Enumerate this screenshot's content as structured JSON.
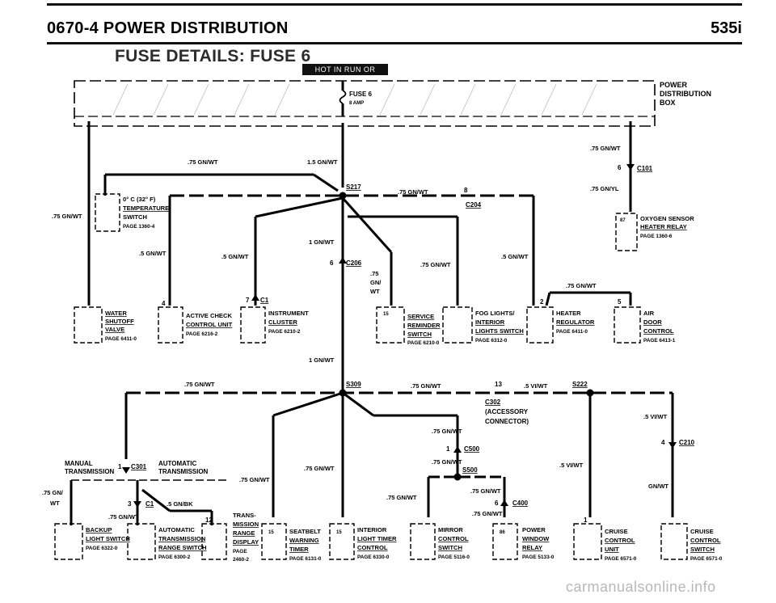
{
  "header": {
    "title": "0670-4   POWER DISTRIBUTION",
    "model": "535i",
    "subtitle": "FUSE DETAILS: FUSE 6",
    "badge": "HOT IN RUN OR START"
  },
  "power_box": {
    "label_lines": [
      "POWER",
      "DISTRIBUTION",
      "BOX"
    ],
    "fuse": "FUSE 6",
    "fuse_rating": "8 AMP"
  },
  "wires": {
    "w1": ".75 GN/WT",
    "w2": "1.5 GN/WT",
    "w3": ".75 GN/WT",
    "w4": ".75 GN/YL",
    "w5": ".75 GN/WT",
    "w6": ".5 GN/WT",
    "w7": ".5 GN/WT",
    "w8": "1 GN/WT",
    "w9": ".75 GN/WT",
    "w10a": ".75",
    "w10b": "GN/",
    "w10c": "WT",
    "w11": ".5 GN/WT",
    "w12": ".75 GN/WT",
    "w13": "1 GN/WT",
    "w14": ".75 GN/WT",
    "w15": ".75 GN/WT",
    "w16": ".5 VI/WT",
    "w17": ".5 VI/WT",
    "w18": ".75 GN/WT",
    "w19": ".75 GN/WT",
    "w20": ".75 GN/WT",
    "w21": ".5 VI/WT",
    "w22": ".75 GN/WT",
    "w23": ".75 GN/WT",
    "w24": ".75 GN/WT",
    "w25": "GN/WT",
    "w26a": ".75 GN/",
    "w26b": "WT",
    "w27": ".5 GN/BK",
    "w28": ".75 GN/WT"
  },
  "connectors": {
    "c101": "C101",
    "c101_pin": "6",
    "s217": "S217",
    "c204": "C204",
    "c204_pin": "8",
    "c206": "C206",
    "c206_pin": "6",
    "c1a": "C1",
    "c1a_pin": "7",
    "pin4": "4",
    "pin2": "2",
    "pin5": "5",
    "s309": "S309",
    "pin13": "13",
    "s222": "S222",
    "c302": "C302",
    "c302_note1": "(ACCESSORY",
    "c302_note2": "CONNECTOR)",
    "c500": "C500",
    "c500_pin": "1",
    "s500": "S500",
    "c400": "C400",
    "c400_pin": "6",
    "c210": "C210",
    "c210_pin": "4",
    "c301": "C301",
    "c301_pin": "1",
    "c1b": "C1",
    "c1b_pin": "3",
    "pin12": "12",
    "pin1r": "1",
    "manual1": "MANUAL",
    "manual2": "TRANSMISSION",
    "auto1": "AUTOMATIC",
    "auto2": "TRANSMISSION"
  },
  "components_top": [
    {
      "lines": [
        "WATER",
        "SHUTOFF",
        "VALVE"
      ],
      "page": "PAGE 6411-0"
    },
    {
      "lines": [
        "ACTIVE CHECK",
        "CONTROL UNIT"
      ],
      "page": "PAGE 6216-2"
    },
    {
      "lines": [
        "INSTRUMENT",
        "CLUSTER"
      ],
      "page": "PAGE 6210-2"
    },
    {
      "lines": [
        "SERVICE",
        "REMINDER",
        "SWITCH"
      ],
      "page": "PAGE 6210-0",
      "pin": "15"
    },
    {
      "lines": [
        "FOG LIGHTS/",
        "INTERIOR",
        "LIGHTS SWITCH"
      ],
      "page": "PAGE 6312-0"
    },
    {
      "lines": [
        "HEATER",
        "REGULATOR"
      ],
      "page": "PAGE 6411-0"
    },
    {
      "lines": [
        "AIR",
        "DOOR",
        "CONTROL"
      ],
      "page": "PAGE 6413-1"
    },
    {
      "lines": [
        "0° C (32° F)",
        "TEMPERATURE",
        "SWITCH"
      ],
      "page": "PAGE 1360-4"
    },
    {
      "lines": [
        "OXYGEN SENSOR",
        "HEATER RELAY"
      ],
      "page": "PAGE 1360-6",
      "pin": "87"
    }
  ],
  "components_bottom": [
    {
      "lines": [
        "BACKUP",
        "LIGHT SWITCH"
      ],
      "page": "PAGE 6322-0"
    },
    {
      "lines": [
        "AUTOMATIC",
        "TRANSMISSION",
        "RANGE SWITCH"
      ],
      "page": "PAGE 6300-2"
    },
    {
      "lines": [
        "TRANS-",
        "MISSION",
        "RANGE",
        "DISPLAY",
        "PAGE",
        "2460-2"
      ],
      "page": ""
    },
    {
      "lines": [
        "SEATBELT",
        "WARNING",
        "TIMER"
      ],
      "page": "PAGE 6131-0",
      "pin": "15"
    },
    {
      "lines": [
        "INTERIOR",
        "LIGHT TIMER",
        "CONTROL"
      ],
      "page": "PAGE 6330-0",
      "pin": "15"
    },
    {
      "lines": [
        "MIRROR",
        "CONTROL",
        "SWITCH"
      ],
      "page": "PAGE 5116-0"
    },
    {
      "lines": [
        "POWER",
        "WINDOW",
        "RELAY"
      ],
      "page": "PAGE 5133-0",
      "pin": "86"
    },
    {
      "lines": [
        "CRUISE",
        "CONTROL",
        "UNIT"
      ],
      "page": "PAGE 6571-0"
    },
    {
      "lines": [
        "CRUISE",
        "CONTROL",
        "SWITCH"
      ],
      "page": "PAGE 6571-0"
    }
  ],
  "watermark": "carmanualsonline.info"
}
